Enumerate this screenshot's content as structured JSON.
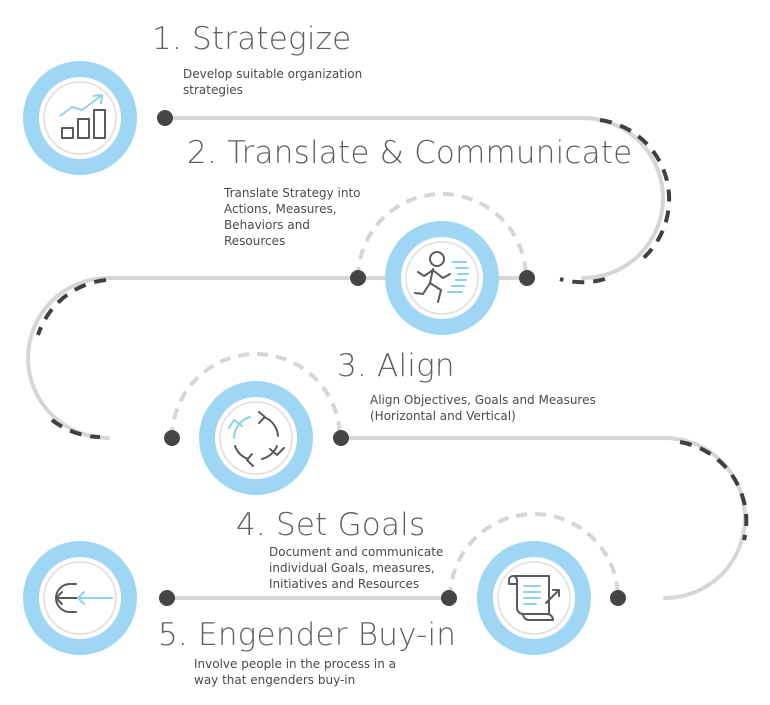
{
  "steps": [
    {
      "title": "1. Strategize",
      "desc_lines": [
        "Develop suitable organization",
        "strategies"
      ],
      "icon": "chart-growth-icon"
    },
    {
      "title": "2. Translate & Communicate",
      "desc_lines": [
        "Translate Strategy into",
        "Actions, Measures,",
        "Behaviors and",
        "Resources"
      ],
      "icon": "running-person-icon"
    },
    {
      "title": "3. Align",
      "desc_lines": [
        "Align Objectives, Goals and Measures",
        "(Horizontal and Vertical)"
      ],
      "icon": "circular-arrows-icon"
    },
    {
      "title": "4. Set Goals",
      "desc_lines": [
        "Document and communicate",
        "individual Goals, measures,",
        "Initiatives and Resources"
      ],
      "icon": "document-scroll-icon"
    },
    {
      "title": "5. Engender Buy-in",
      "desc_lines": [
        "Involve people in the process in a",
        "way that engenders buy-in"
      ],
      "icon": "arrow-enter-icon"
    }
  ],
  "colors": {
    "ring": "#9fd6f3",
    "track": "#d6d6d6",
    "dash_dark": "#404040",
    "dash_light": "#d6d6d6",
    "dot": "#454545",
    "icon_line": "#5a5a5a",
    "icon_accent": "#8fd0f0"
  }
}
